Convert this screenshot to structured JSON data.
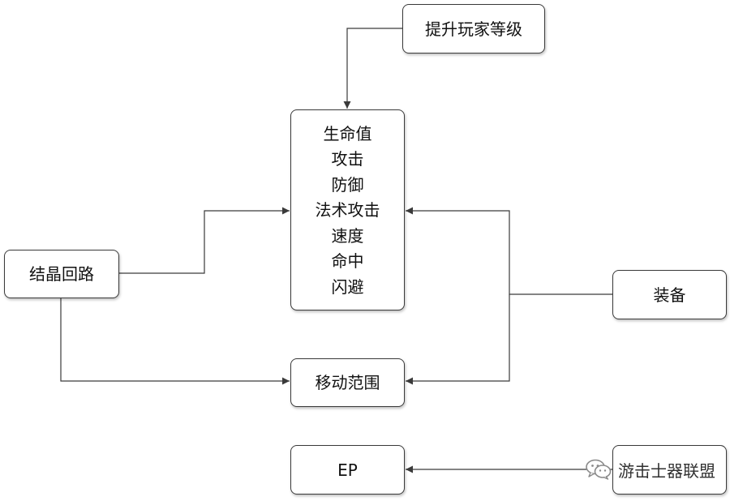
{
  "diagram": {
    "level_box": "提升玩家等级",
    "stats_box": {
      "lines": [
        "生命值",
        "攻击",
        "防御",
        "法术攻击",
        "速度",
        "命中",
        "闪避"
      ]
    },
    "orbment_box": "结晶回路",
    "equipment_box": "装备",
    "movement_box": "移动范围",
    "ep_box": "EP"
  },
  "watermark": {
    "icon": "wechat-icon",
    "text": "游击士器联盟"
  },
  "colors": {
    "stroke": "#3a3a3a",
    "background": "#ffffff"
  }
}
